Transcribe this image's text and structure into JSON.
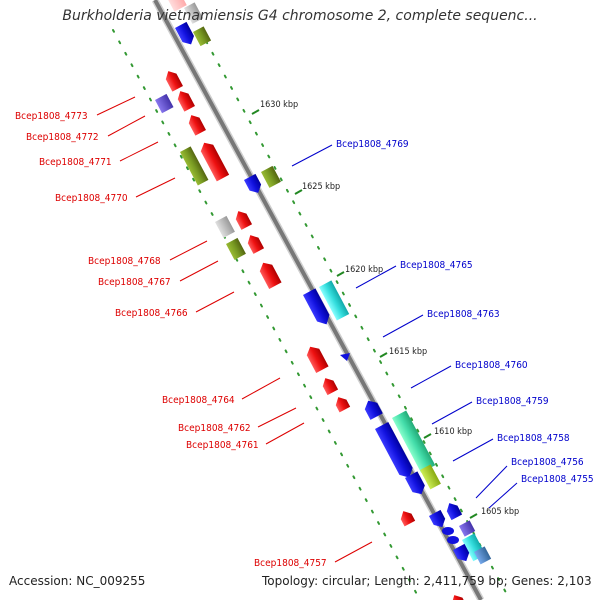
{
  "title": "Burkholderia vietnamiensis G4 chromosome 2, complete sequenc...",
  "footer": {
    "accession": "Accession: NC_009255",
    "topology": "Topology: circular; Length: 2,411,759 bp; Genes: 2,103"
  },
  "colors": {
    "left_label": "#dd0000",
    "right_label": "#0000cc",
    "backbone": "#777777",
    "tick_dots": "#339933",
    "red": "#ee1111",
    "blue": "#1111dd",
    "olive": "#779922",
    "gray": "#bbbbbb",
    "purple": "#6655cc",
    "cyan": "#33dddd",
    "mint": "#44ddaa",
    "lime": "#aacc22",
    "steel": "#4488cc"
  },
  "scale_ticks": [
    {
      "label": "1630 kbp"
    },
    {
      "label": "1625 kbp"
    },
    {
      "label": "1620 kbp"
    },
    {
      "label": "1615 kbp"
    },
    {
      "label": "1610 kbp"
    },
    {
      "label": "1605 kbp"
    }
  ],
  "left_labels": [
    {
      "text": "Bcep1808_4773"
    },
    {
      "text": "Bcep1808_4772"
    },
    {
      "text": "Bcep1808_4771"
    },
    {
      "text": "Bcep1808_4770"
    },
    {
      "text": "Bcep1808_4768"
    },
    {
      "text": "Bcep1808_4767"
    },
    {
      "text": "Bcep1808_4766"
    },
    {
      "text": "Bcep1808_4764"
    },
    {
      "text": "Bcep1808_4762"
    },
    {
      "text": "Bcep1808_4761"
    },
    {
      "text": "Bcep1808_4757"
    }
  ],
  "right_labels": [
    {
      "text": "Bcep1808_4769"
    },
    {
      "text": "Bcep1808_4765"
    },
    {
      "text": "Bcep1808_4763"
    },
    {
      "text": "Bcep1808_4760"
    },
    {
      "text": "Bcep1808_4759"
    },
    {
      "text": "Bcep1808_4758"
    },
    {
      "text": "Bcep1808_4756"
    },
    {
      "text": "Bcep1808_4755"
    }
  ]
}
